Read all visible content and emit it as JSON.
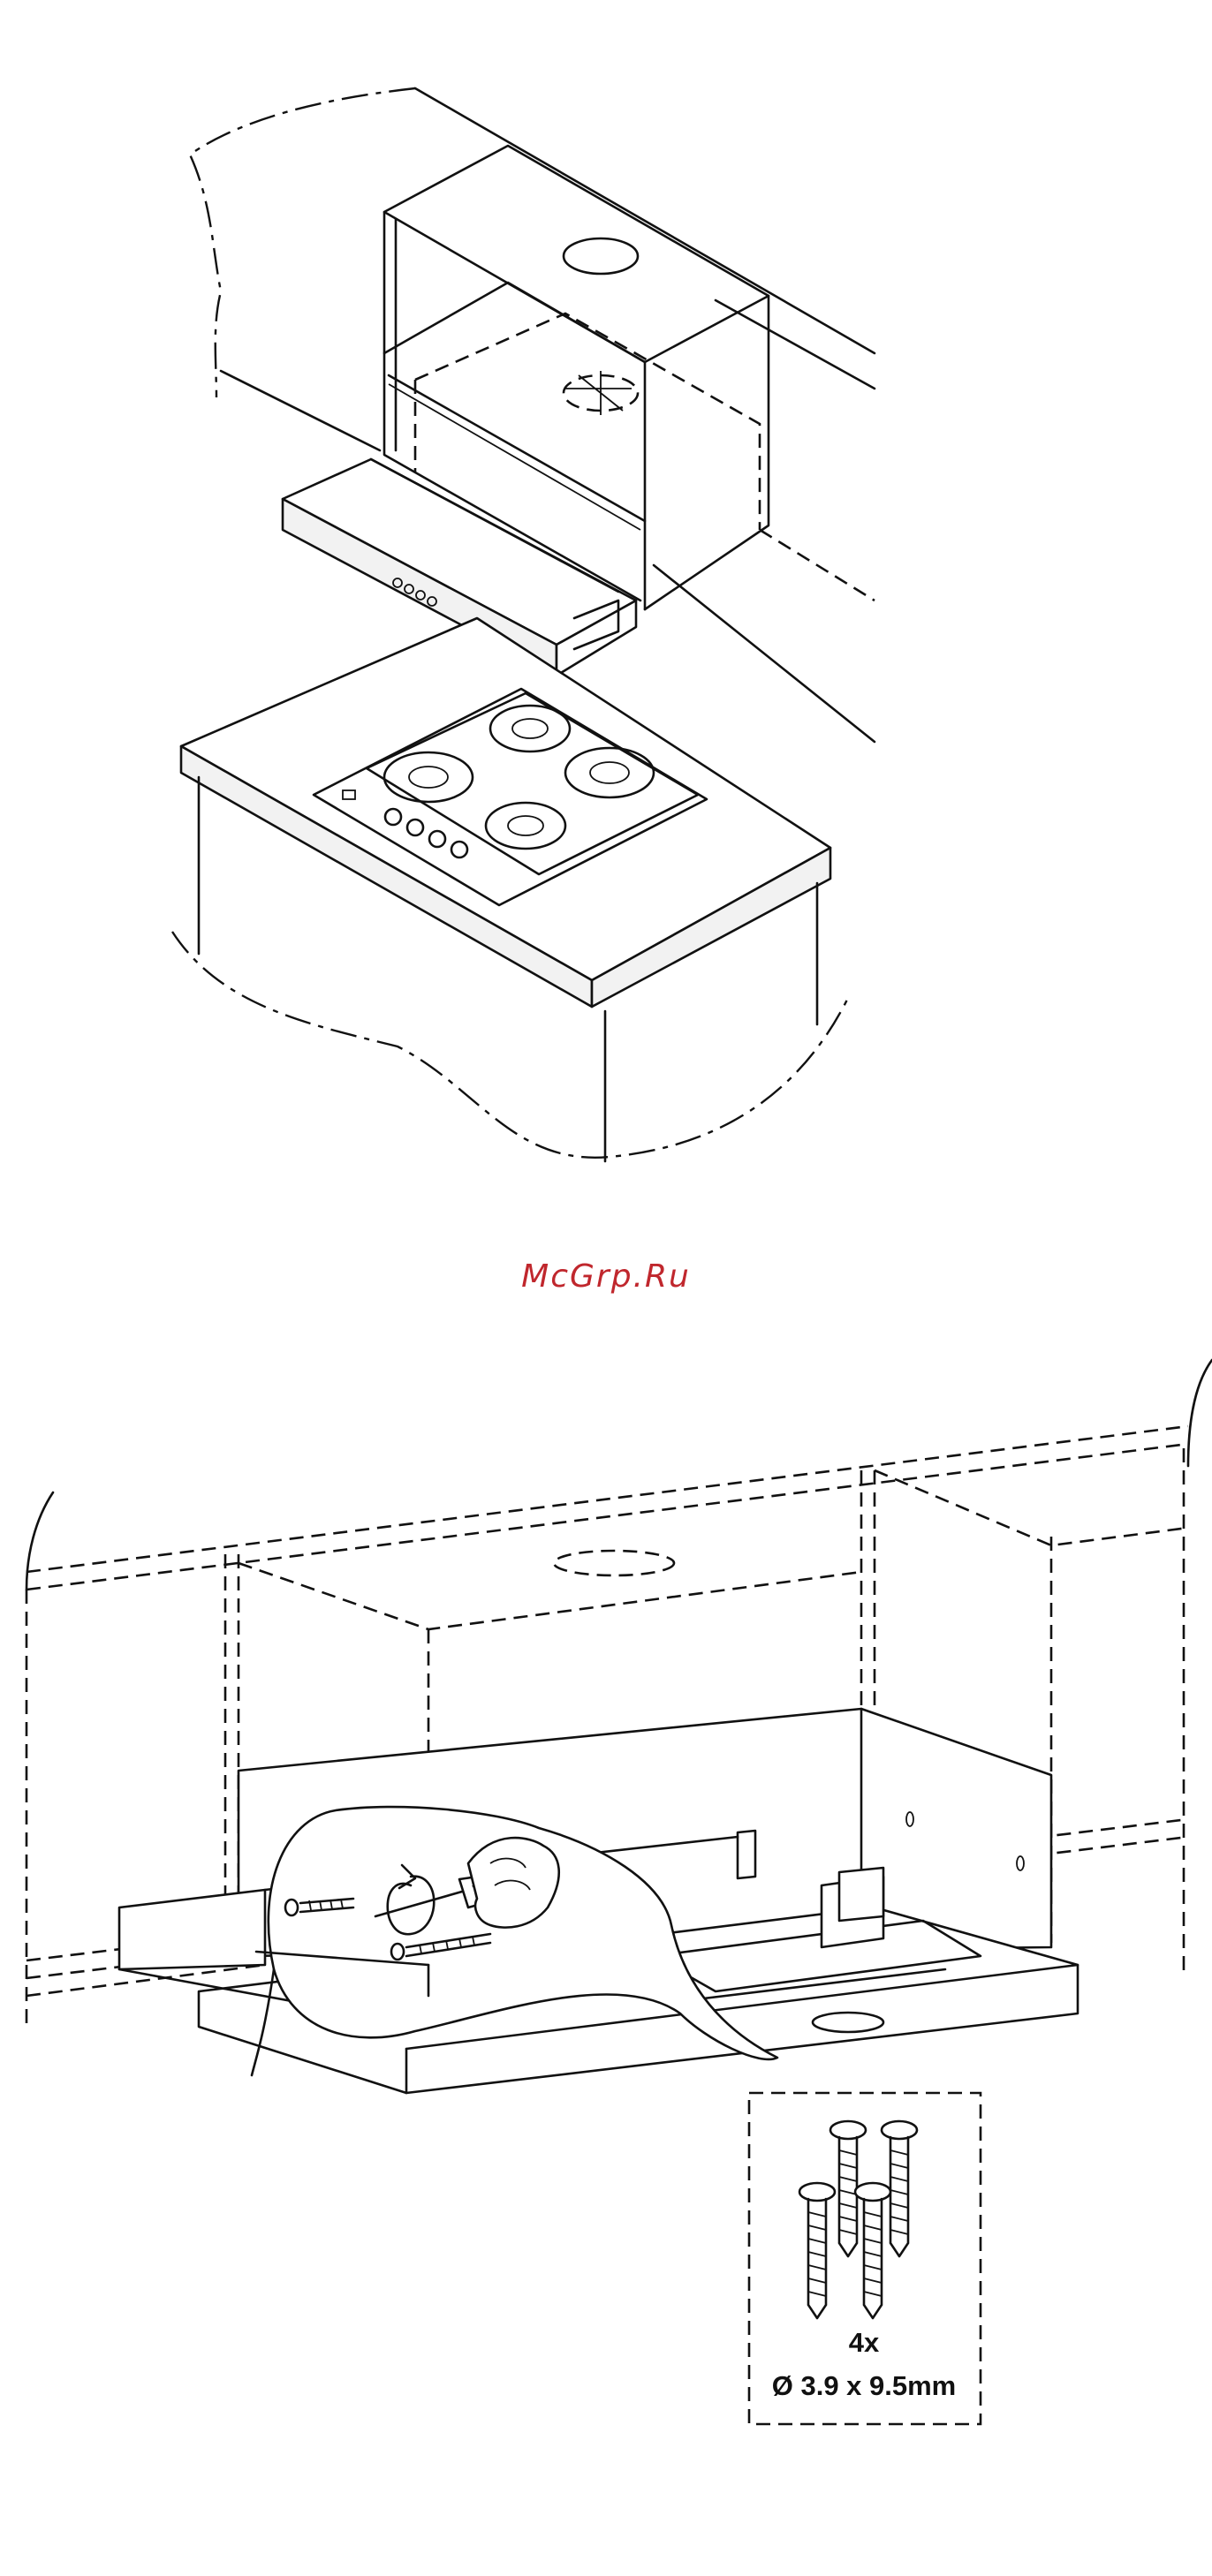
{
  "watermark": {
    "text": "McGrp.Ru"
  },
  "screw_callout": {
    "count": "4x",
    "spec": "Ø 3.9 x 9.5mm"
  },
  "figures": [
    {
      "id": "cabinet-hood-installation",
      "icon": "cabinet-with-slide-out-hood-above-hob"
    },
    {
      "id": "hood-screw-fixing",
      "icon": "screwdriver-fixing-screws"
    }
  ]
}
